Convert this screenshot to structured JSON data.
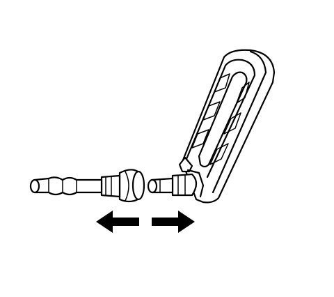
{
  "figure": {
    "components": [
      "pipe-with-barbed-end",
      "coupling-collar",
      "quick-connector",
      "release-tool"
    ],
    "arrows": [
      {
        "name": "arrow-left",
        "direction": "left"
      },
      {
        "name": "arrow-right",
        "direction": "right"
      }
    ],
    "colors": {
      "line": "#000000",
      "background": "#ffffff"
    }
  }
}
